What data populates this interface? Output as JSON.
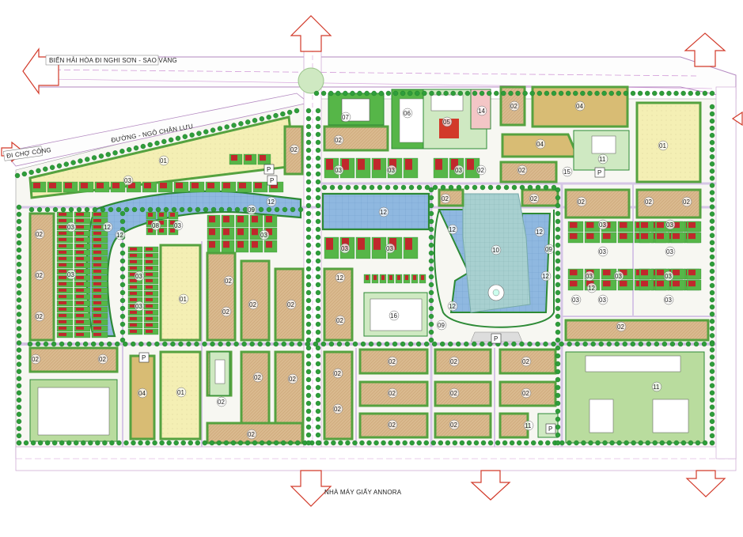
{
  "road_labels": {
    "top_highway": "BIỂN HẢI HÒA ĐI NGHI SƠN - SAO VÀNG",
    "left_road": "ĐI CHỢ CÔNG",
    "inner_road": "ĐƯỜNG - NGÔ CHÂN LƯU",
    "bottom_road": "NHÀ MÁY GIẤY ANNORA"
  },
  "parking_symbol": "P",
  "colors": {
    "residential_beige": "#d9b98e",
    "villa_red": "#c0282c",
    "garden_green": "#56b648",
    "tree_green": "#2e9e3a",
    "water_blue": "#8fb8e0",
    "open_land_yellow": "#f4efb4",
    "plaza_teal": "#a8d0d0",
    "commercial_tan": "#d8bc74",
    "road_white": "#ffffff",
    "arrow_red": "#d23a2a"
  }
}
